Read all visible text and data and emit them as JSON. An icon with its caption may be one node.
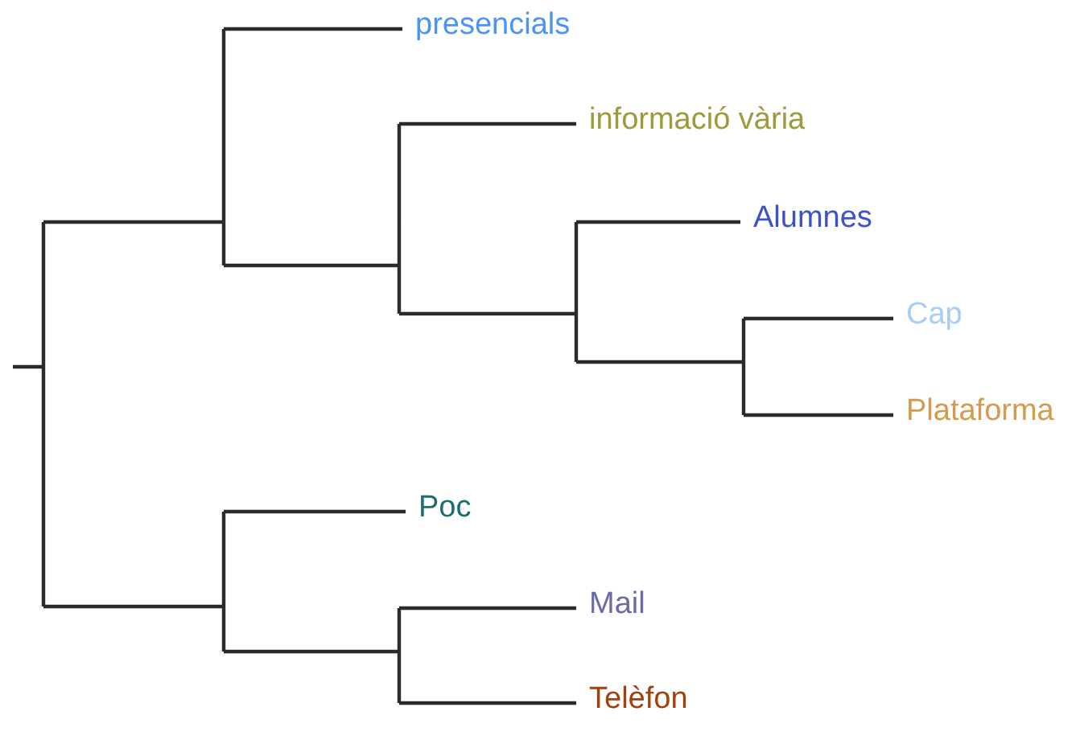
{
  "diagram": {
    "nodes": [
      {
        "text": [
          "presencials"
        ]
      },
      {
        "text": [
          "informació vària"
        ]
      },
      {
        "text": [
          "Alumnes"
        ]
      },
      {
        "text": [
          "Cap"
        ]
      },
      {
        "text": [
          "Plataforma"
        ]
      },
      {
        "text": [
          "Poc"
        ]
      },
      {
        "text": [
          "Mail"
        ]
      },
      {
        "text": [
          "Telèfon"
        ]
      }
    ],
    "edges": [
      {
        "from": null,
        "to": 0,
        "arrow": "none"
      },
      {
        "from": null,
        "to": 1,
        "arrow": "none"
      },
      {
        "from": null,
        "to": 2,
        "arrow": "none"
      },
      {
        "from": null,
        "to": 3,
        "arrow": "none"
      },
      {
        "from": null,
        "to": 4,
        "arrow": "none"
      },
      {
        "from": null,
        "to": 5,
        "arrow": "none"
      },
      {
        "from": null,
        "to": 6,
        "arrow": "none"
      },
      {
        "from": null,
        "to": 7,
        "arrow": "none"
      }
    ]
  }
}
